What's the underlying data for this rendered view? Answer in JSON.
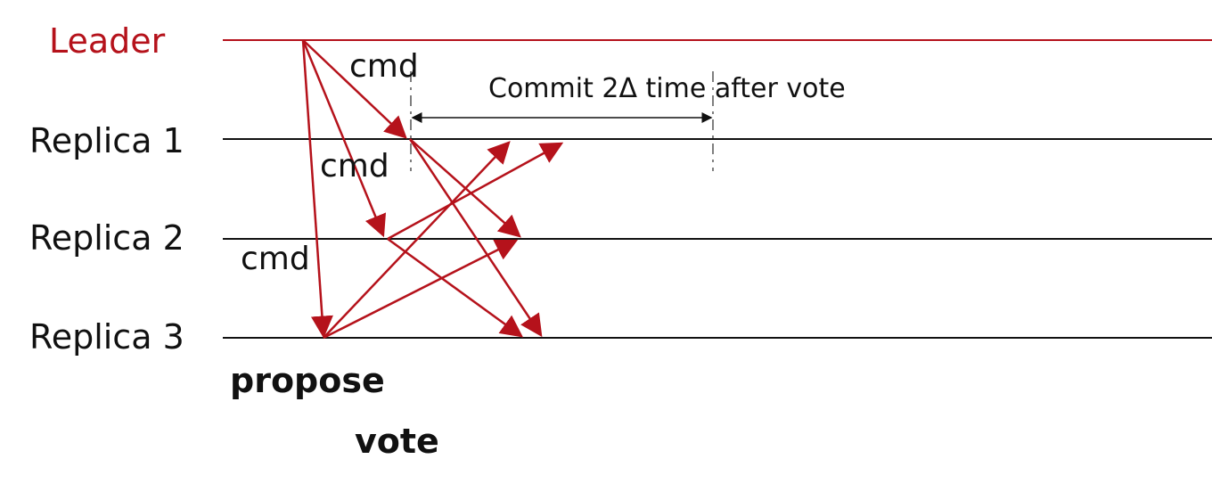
{
  "lanes": {
    "leader": "Leader",
    "replica1": "Replica 1",
    "replica2": "Replica 2",
    "replica3": "Replica 3"
  },
  "messages": {
    "cmd_r1": "cmd",
    "cmd_r2": "cmd",
    "cmd_r3": "cmd"
  },
  "phases": {
    "propose": "propose",
    "vote": "vote"
  },
  "annotation": {
    "commit_note": "Commit 2Δ time after vote"
  },
  "colors": {
    "leader": "#b5121b",
    "arrow": "#b5121b",
    "replica_line": "#111111"
  }
}
